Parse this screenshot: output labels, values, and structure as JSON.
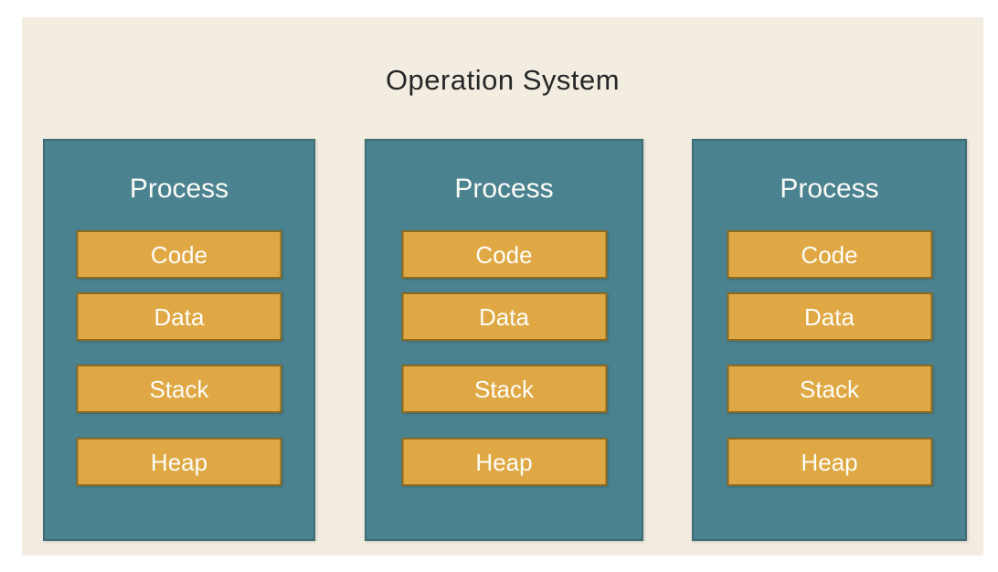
{
  "title": "Operation System",
  "colors": {
    "page_background": "#ffffff",
    "slide_background": "#f2ece1",
    "process_fill": "#4a8290",
    "process_border": "#3d6b76",
    "segment_fill": "#dfa844",
    "segment_border": "#8a6b22",
    "title_text": "#262626",
    "box_text": "#ffffff"
  },
  "processes": [
    {
      "label": "Process",
      "segments": [
        "Code",
        "Data",
        "Stack",
        "Heap"
      ]
    },
    {
      "label": "Process",
      "segments": [
        "Code",
        "Data",
        "Stack",
        "Heap"
      ]
    },
    {
      "label": "Process",
      "segments": [
        "Code",
        "Data",
        "Stack",
        "Heap"
      ]
    }
  ]
}
